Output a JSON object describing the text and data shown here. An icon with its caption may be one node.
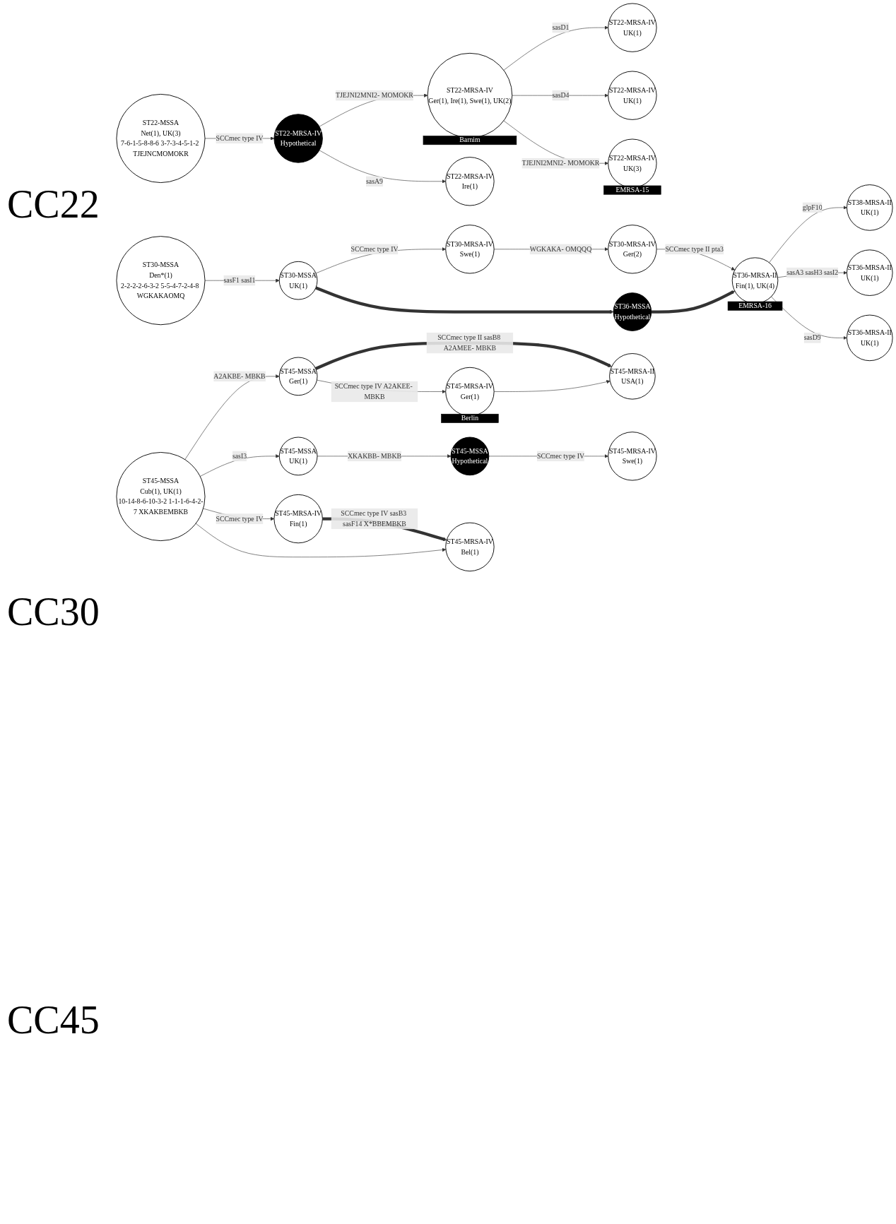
{
  "diagram": {
    "nodes": [
      {
        "text": [
          "ST22-MSSA",
          "Net(1), UK(3)",
          "7-6-1-5-8-8-6 3-7-3-4-5-1-2 TJEJNCMOMOKR"
        ]
      },
      {
        "text": [
          "ST22-MRSA-IV",
          "Hypothetical"
        ]
      },
      {
        "text": [
          "ST22-MRSA-IV",
          "Ger(1), Ire(1), Swe(1), UK(2)"
        ],
        "beside": [
          "Barnim"
        ]
      },
      {
        "text": [
          "ST22-MRSA-IV",
          "UK(1)"
        ]
      },
      {
        "text": [
          "ST22-MRSA-IV",
          "UK(1)"
        ]
      },
      {
        "text": [
          "ST22-MRSA-IV",
          "UK(3)"
        ],
        "beside": [
          "EMRSA-15"
        ]
      },
      {
        "text": [
          "ST22-MRSA-IV",
          "Ire(1)"
        ]
      },
      {
        "text": [
          "ST30-MSSA",
          "Den*(1)",
          "2-2-2-2-6-3-2 5-5-4-7-2-4-8 WGKAKAOMQ"
        ]
      },
      {
        "text": [
          "ST30-MSSA",
          "UK(1)"
        ]
      },
      {
        "text": [
          "ST30-MRSA-IV",
          "Swe(1)"
        ]
      },
      {
        "text": [
          "ST30-MRSA-IV",
          "Ger(2)"
        ]
      },
      {
        "text": [
          "ST36-MSSA",
          "Hypothetical"
        ]
      },
      {
        "text": [
          "ST36-MRSA-II",
          "Fin(1), UK(4)"
        ],
        "beside": [
          "EMRSA-16"
        ]
      },
      {
        "text": [
          "ST38-MRSA-II",
          "UK(1)"
        ]
      },
      {
        "text": [
          "ST36-MRSA-II",
          "UK(1)"
        ]
      },
      {
        "text": [
          "ST36-MRSA-II",
          "UK(1)"
        ]
      },
      {
        "text": [
          "ST45-MRSA-II",
          "USA(1)"
        ]
      },
      {
        "text": [
          "ST45-MSSA",
          "Ger(1)"
        ]
      },
      {
        "text": [
          "ST45-MRSA-IV",
          "Ger(1)"
        ],
        "beside": [
          "Berlin"
        ]
      },
      {
        "text": [
          "ST45-MSSA",
          "Cub(1), UK(1)",
          "10-14-8-6-10-3-2 1-1-1-6-4-2-7 XKAKBEMBKB"
        ]
      },
      {
        "text": [
          "ST45-MSSA",
          "UK(1)"
        ]
      },
      {
        "text": [
          "ST45-MSSA",
          "Hypothetical"
        ]
      },
      {
        "text": [
          "ST45-MRSA-IV",
          "Swe(1)"
        ]
      },
      {
        "text": [
          "ST45-MRSA-IV",
          "Fin(1)"
        ]
      },
      {
        "text": [
          "ST45-MRSA-IV",
          "Bel(1)"
        ]
      }
    ],
    "edges": [
      {
        "from": 0,
        "to": 1,
        "arrow": "to",
        "label": "SCCmec type IV"
      },
      {
        "from": 1,
        "to": 2,
        "arrow": "to",
        "label": "TJEJNI2MNI2- MOMOKR"
      },
      {
        "from": 1,
        "to": 6,
        "arrow": "to",
        "label": "sasA9"
      },
      {
        "from": 2,
        "to": 3,
        "arrow": "to",
        "label": "sasD1"
      },
      {
        "from": 2,
        "to": 4,
        "arrow": "to",
        "label": "sasD4"
      },
      {
        "from": 2,
        "to": 5,
        "arrow": "to",
        "label": "TJEJNI2MNI2- MOMOKR"
      },
      {
        "from": 7,
        "to": 8,
        "arrow": "to",
        "label": "sasF1 sasI1"
      },
      {
        "from": 8,
        "to": 9,
        "arrow": "to",
        "label": "SCCmec type IV"
      },
      {
        "from": 9,
        "to": 10,
        "arrow": "to",
        "label": "WGKAKA- OMQQQ"
      },
      {
        "from": 8,
        "to": 11,
        "arrow": "to",
        "style": "thick"
      },
      {
        "from": 11,
        "to": 12,
        "arrow": "to",
        "style": "thick"
      },
      {
        "from": 10,
        "to": 12,
        "arrow": "to",
        "label": "SCCmec type II pta3"
      },
      {
        "from": 12,
        "to": 13,
        "arrow": "to",
        "label": "glpF10"
      },
      {
        "from": 12,
        "to": 15,
        "arrow": "to",
        "label": "sasA3 sasH3 sasI2"
      },
      {
        "from": 12,
        "to": 14,
        "arrow": "to",
        "label": "sasD9"
      },
      {
        "from": 17,
        "to": 16,
        "arrow": "to",
        "style": "thick",
        "label": "SCCmec type II sasB8 A2AMEE- MBKB"
      },
      {
        "from": 18,
        "to": 16,
        "arrow": "to"
      },
      {
        "from": 17,
        "to": 18,
        "arrow": "to",
        "label": "SCCmec type IV A2AKEE- MBKB"
      },
      {
        "from": 19,
        "to": 17,
        "arrow": "to",
        "label": "A2AKBE- MBKB"
      },
      {
        "from": 19,
        "to": 20,
        "arrow": "to",
        "label": "sasI3"
      },
      {
        "from": 20,
        "to": 21,
        "arrow": "to",
        "label": "XKAKBB- MBKB"
      },
      {
        "from": 21,
        "to": 22,
        "arrow": "to",
        "label": "SCCmec type IV"
      },
      {
        "from": 19,
        "to": 23,
        "arrow": "to",
        "label": "SCCmec type IV"
      },
      {
        "from": 19,
        "to": 24,
        "arrow": "to"
      },
      {
        "from": 23,
        "to": 24,
        "arrow": "to",
        "style": "thick",
        "label": "SCCmec type IV sasB3 sasF14 X*BBEMBKB"
      }
    ],
    "labels": [
      "CC22",
      "CC30",
      "CC45"
    ]
  }
}
